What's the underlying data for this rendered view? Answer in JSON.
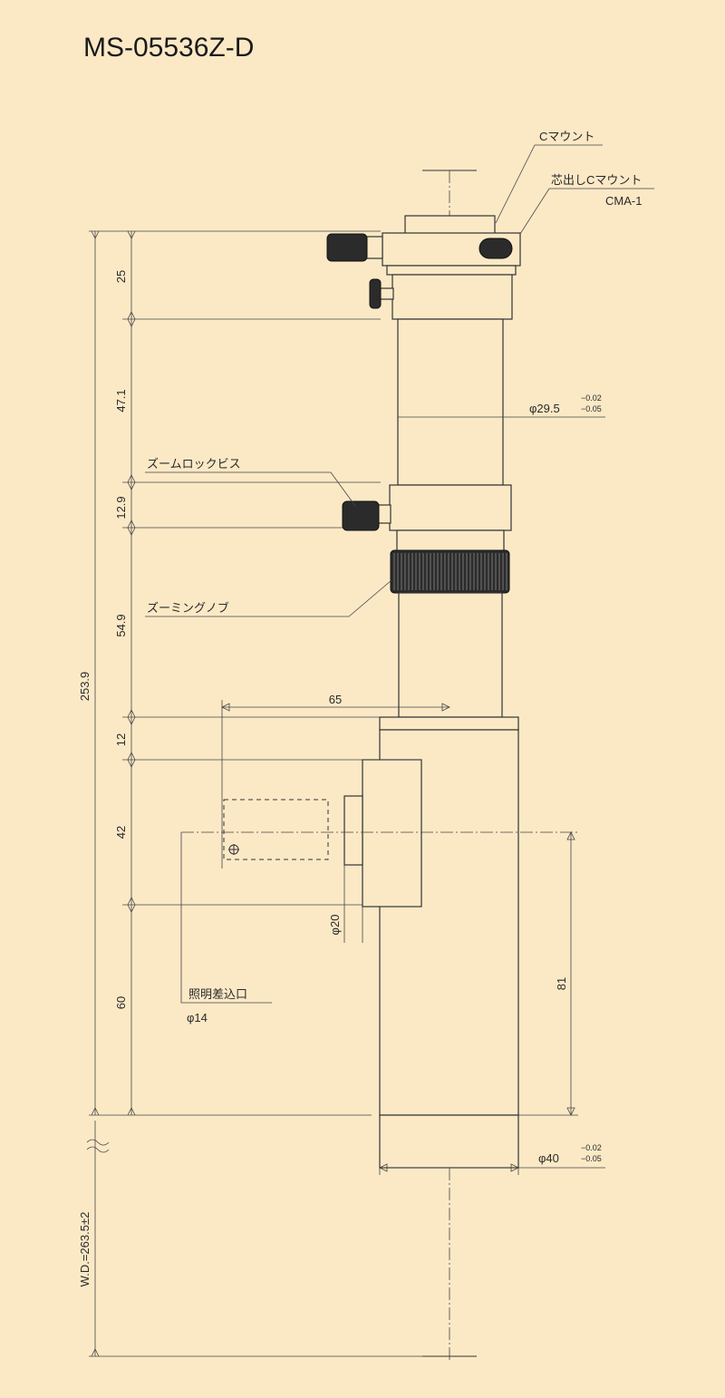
{
  "title": "MS-05536Z-D",
  "callouts": {
    "c_mount": "Cマウント",
    "centering_c_mount": "芯出しCマウント",
    "cma": "CMA-1",
    "zoom_lock_screw": "ズームロックビス",
    "zooming_knob": "ズーミングノブ",
    "illumination_port": "照明差込口",
    "illumination_port_dia": "φ14"
  },
  "dimensions": {
    "d25": "25",
    "d47_1": "47.1",
    "d12_9": "12.9",
    "d54_9": "54.9",
    "d12": "12",
    "d42": "42",
    "d60": "60",
    "d253_9": "253.9",
    "wd": "W.D.=263.5±2",
    "d65": "65",
    "d81": "81",
    "phi20": "φ20",
    "phi29_5": "φ29.5",
    "phi29_5_upper": "−0.02",
    "phi29_5_lower": "−0.05",
    "phi40": "φ40",
    "phi40_upper": "−0.02",
    "phi40_lower": "−0.05"
  }
}
